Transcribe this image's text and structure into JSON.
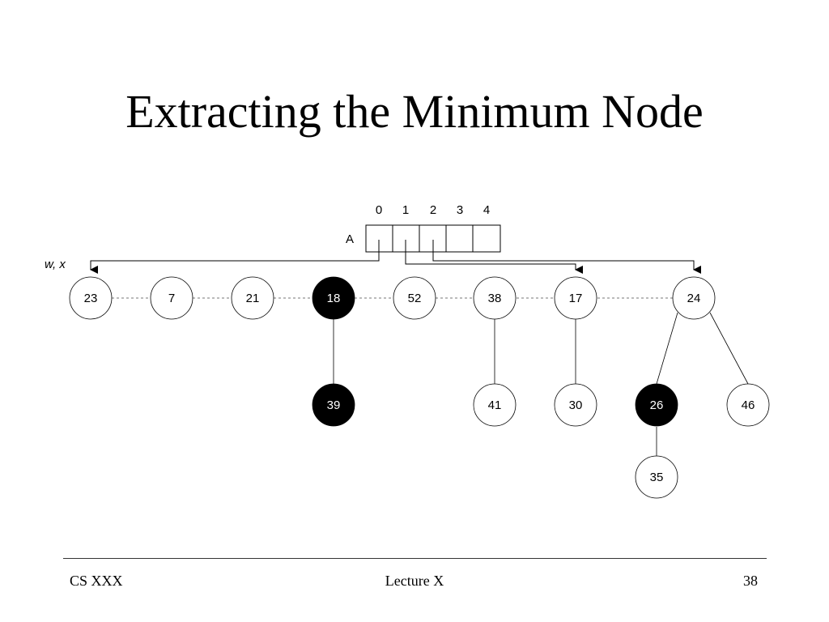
{
  "slide": {
    "title": "Extracting the Minimum Node"
  },
  "diagram": {
    "array_label": "A",
    "pointer_label": "w, x",
    "array_indices": [
      "0",
      "1",
      "2",
      "3",
      "4"
    ],
    "root_list": [
      {
        "id": "n23",
        "key": "23",
        "color": "white"
      },
      {
        "id": "n7",
        "key": "7",
        "color": "white"
      },
      {
        "id": "n21",
        "key": "21",
        "color": "white"
      },
      {
        "id": "n18",
        "key": "18",
        "color": "black"
      },
      {
        "id": "n52",
        "key": "52",
        "color": "white"
      },
      {
        "id": "n38",
        "key": "38",
        "color": "white"
      },
      {
        "id": "n17",
        "key": "17",
        "color": "white"
      },
      {
        "id": "n24",
        "key": "24",
        "color": "white"
      }
    ],
    "children": [
      {
        "id": "n39",
        "key": "39",
        "color": "black",
        "parent": "n18"
      },
      {
        "id": "n41",
        "key": "41",
        "color": "white",
        "parent": "n38"
      },
      {
        "id": "n30",
        "key": "30",
        "color": "white",
        "parent": "n17"
      },
      {
        "id": "n26",
        "key": "26",
        "color": "black",
        "parent": "n24"
      },
      {
        "id": "n46",
        "key": "46",
        "color": "white",
        "parent": "n24"
      },
      {
        "id": "n35",
        "key": "35",
        "color": "white",
        "parent": "n26"
      }
    ],
    "array_pointers": [
      {
        "index": "0",
        "target": "n23"
      },
      {
        "index": "1",
        "target": "n17"
      },
      {
        "index": "2",
        "target": "n24"
      }
    ]
  },
  "footer": {
    "left": "CS XXX",
    "center": "Lecture X",
    "right": "38"
  }
}
